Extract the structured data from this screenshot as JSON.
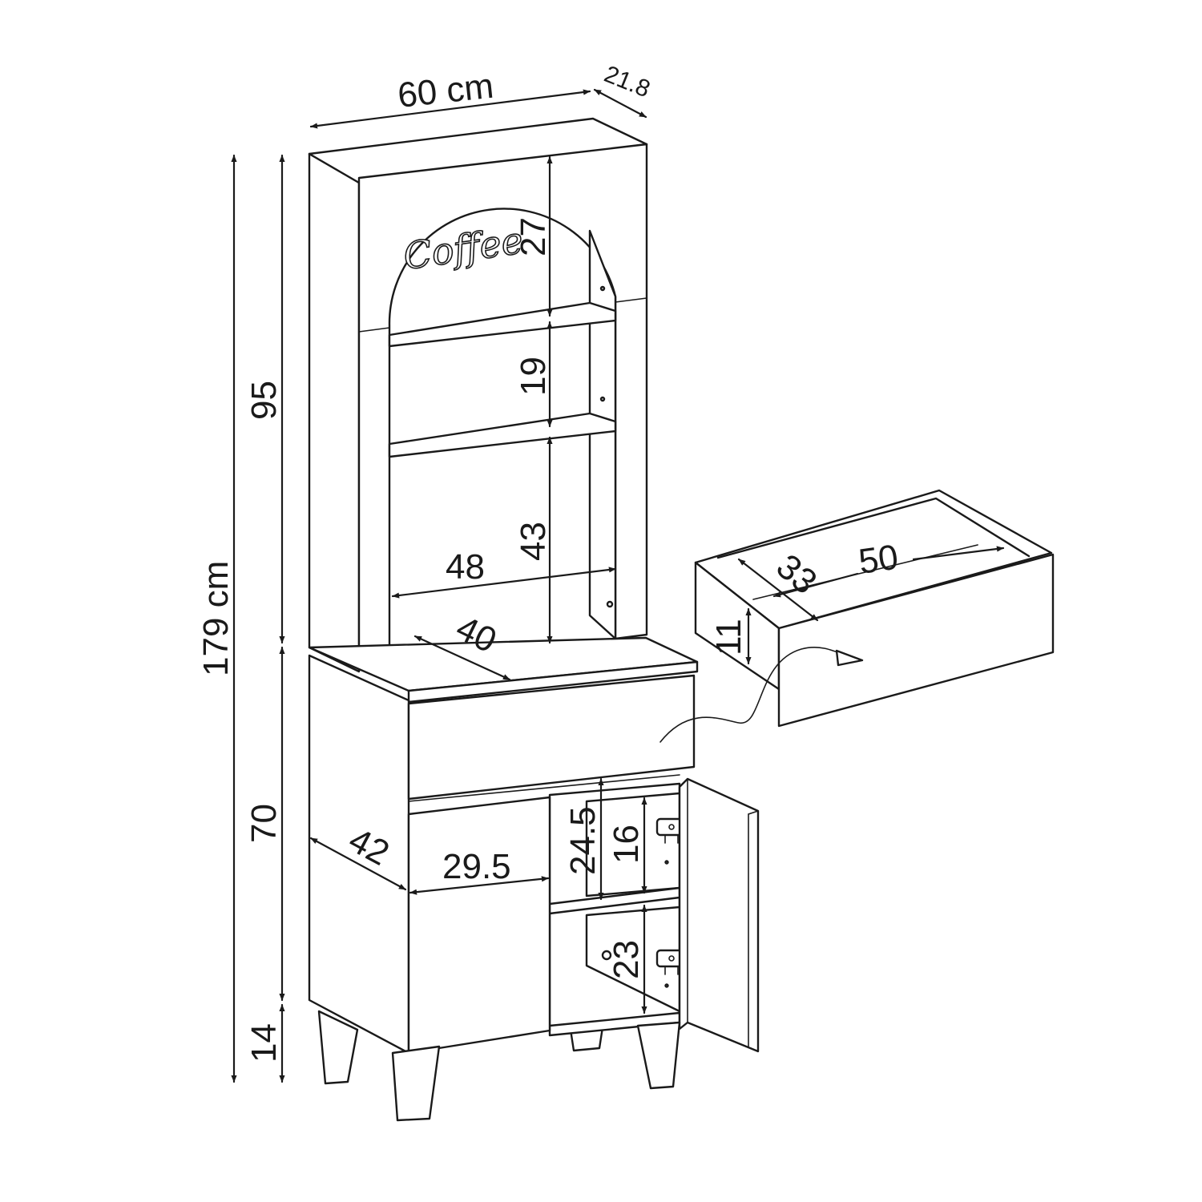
{
  "drawing": {
    "logo_text": "Coffee",
    "overall_width": "60 cm",
    "overall_depth": "21.8",
    "overall_height": "179 cm",
    "hutch_height": "95",
    "cabinet_height": "70",
    "leg_height": "14",
    "arch_shelf_height": "27",
    "middle_shelf_height": "19",
    "lower_shelf_height": "43",
    "inner_width": "48",
    "counter_depth": "40",
    "cabinet_depth": "42",
    "door_width": "29.5",
    "cabinet_upper_height": "24.5",
    "cabinet_upper_inner_height": "16",
    "cabinet_lower_height": "23",
    "drawer_depth": "33",
    "drawer_width": "50",
    "drawer_height": "11"
  },
  "colors": {
    "line": "#1a1a1a",
    "background": "#ffffff"
  }
}
